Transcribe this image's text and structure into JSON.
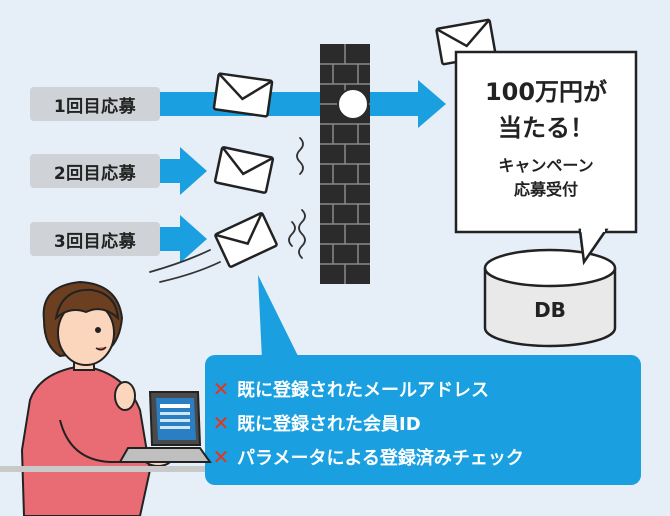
{
  "entries": [
    {
      "label": "1回目応募"
    },
    {
      "label": "2回目応募"
    },
    {
      "label": "3回目応募"
    }
  ],
  "campaign": {
    "headline_line1": "100万円が",
    "headline_line2": "当たる！",
    "sub_line1": "キャンペーン",
    "sub_line2": "応募受付"
  },
  "database": {
    "label": "DB"
  },
  "checks": {
    "mark": "✕",
    "items": [
      "既に登録されたメールアドレス",
      "既に登録された会員ID",
      "パラメータによる登録済みチェック"
    ]
  },
  "colors": {
    "background": "#e6eff8",
    "arrow": "#1aa0e0",
    "callout": "#1aa0e0",
    "wall": "#2b2b2b",
    "x_mark": "#e8331d",
    "shirt": "#e96c74"
  }
}
